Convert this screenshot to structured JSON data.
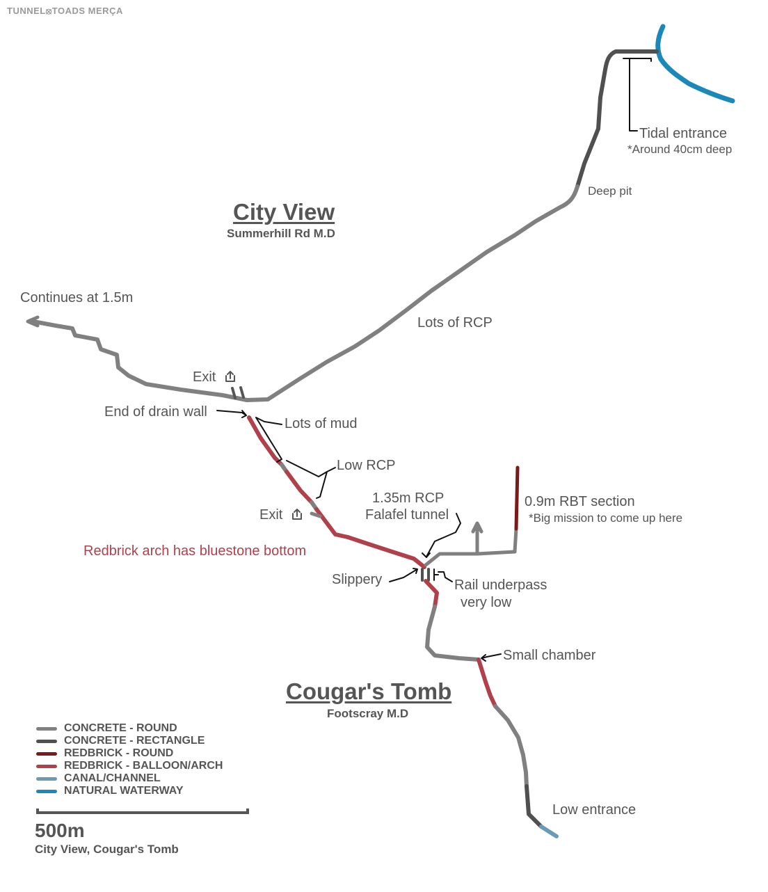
{
  "brand": "TUNNEL⦻TOADS  MERÇA",
  "titles": {
    "city_view": "City View",
    "city_view_sub": "Summerhill Rd M.D",
    "cougars_tomb": "Cougar's Tomb",
    "cougars_tomb_sub": "Footscray M.D"
  },
  "labels": {
    "tidal_entrance": "Tidal entrance",
    "tidal_note": "*Around 40cm deep",
    "deep_pit": "Deep pit",
    "lots_of_rcp": "Lots of RCP",
    "continues": "Continues at 1.5m",
    "exit1": "Exit",
    "end_of_drain_wall": "End of drain wall",
    "lots_of_mud": "Lots of mud",
    "low_rcp": "Low RCP",
    "exit2": "Exit",
    "rcp_135": "1.35m RCP",
    "falafel": "Falafel tunnel",
    "rbt_section": "0.9m RBT section",
    "rbt_note": "*Big mission to come up here",
    "redbrick_note": "Redbrick arch has bluestone bottom",
    "slippery": "Slippery",
    "rail_underpass": "Rail underpass",
    "very_low": "very low",
    "small_chamber": "Small chamber",
    "low_entrance": "Low entrance"
  },
  "legend": [
    {
      "label": "CONCRETE - ROUND",
      "color": "#808080"
    },
    {
      "label": "CONCRETE - RECTANGLE",
      "color": "#505050"
    },
    {
      "label": "REDBRICK  - ROUND",
      "color": "#7a1a1a"
    },
    {
      "label": "REDBRICK  - BALLOON/ARCH",
      "color": "#b0404a"
    },
    {
      "label": "CANAL/CHANNEL",
      "color": "#6a9ab8"
    },
    {
      "label": "NATURAL WATERWAY",
      "color": "#1a88b8"
    }
  ],
  "scale": {
    "label": "500m",
    "caption": "City View, Cougar's Tomb"
  },
  "icons": [
    "exit-icon",
    "arrow-up-icon",
    "arrow-left-icon"
  ]
}
